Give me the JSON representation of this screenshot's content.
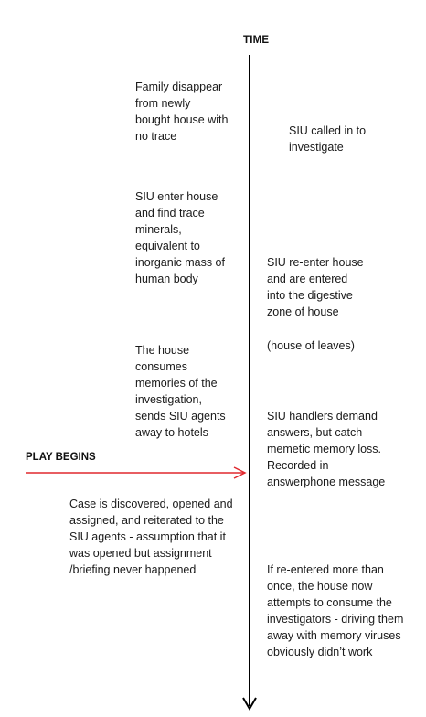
{
  "timeline": {
    "axis_label": "TIME",
    "axis_color": "#000000",
    "marker_label": "PLAY BEGINS",
    "marker_color": "#e0282e"
  },
  "left_events": [
    {
      "text": "Family disappear\nfrom newly\nbought house with\nno trace"
    },
    {
      "text": "SIU enter house\nand find trace\nminerals,\nequivalent to\ninorganic mass of\nhuman body"
    },
    {
      "text": "The house\nconsumes\nmemories of the\ninvestigation,\nsends SIU agents\naway to hotels"
    },
    {
      "text": "Case is discovered, opened and\nassigned, and reiterated to the\nSIU agents - assumption that it\nwas opened but assignment\n/briefing never happened"
    }
  ],
  "right_events": [
    {
      "text": "SIU called in to\ninvestigate"
    },
    {
      "text": "SIU re-enter house\nand are entered\ninto the digestive\nzone of house"
    },
    {
      "text": "(house of leaves)"
    },
    {
      "text": "SIU handlers demand\nanswers, but catch\nmemetic memory loss.\nRecorded in\nanswerphone message"
    },
    {
      "text": "If re-entered more than\nonce, the house now\nattempts to consume the\ninvestigators - driving them\naway with memory viruses\nobviously didn’t work"
    }
  ]
}
